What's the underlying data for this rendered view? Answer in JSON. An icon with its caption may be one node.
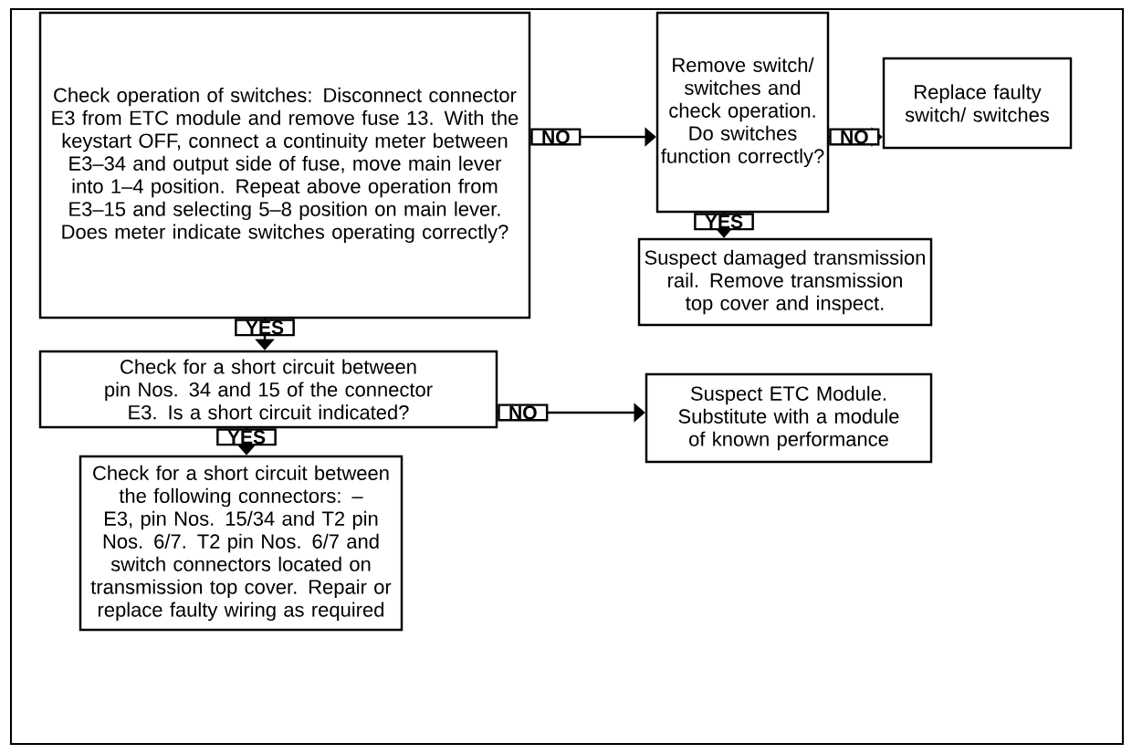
{
  "diagram": {
    "nodes": [
      {
        "text": [
          "Check operation of switches: Disconnect connector E3 from ETC module and remove fuse 13. With the keystart OFF, connect a continuity meter between E3–34 and output side of fuse, move main lever into 1–4 position. Repeat above operation from E3–15 and selecting 5–8 position on main lever. Does meter indicate switches operating correctly?"
        ]
      },
      {
        "text": [
          "Remove switch/ switches and check operation. Do switches function correctly?"
        ]
      },
      {
        "text": [
          "Replace faulty switch/ switches"
        ]
      },
      {
        "text": [
          "Suspect damaged transmission rail. Remove transmission top cover and inspect."
        ]
      },
      {
        "text": [
          "Check for a short circuit between pin Nos. 34 and 15 of the connector E3. Is a short circuit indicated?"
        ]
      },
      {
        "text": [
          "Suspect ETC Module. Substitute with a module of known performance"
        ]
      },
      {
        "text": [
          "Check for a short circuit between the following connectors: – E3, pin Nos. 15/34 and T2 pin Nos. 6/7. T2 pin Nos. 6/7 and switch connectors located on transmission top cover. Repair or replace faulty wiring as required"
        ]
      }
    ],
    "edges": [
      {
        "from": 0,
        "to": 1,
        "arrow": "to",
        "label": "NO"
      },
      {
        "from": 1,
        "to": 2,
        "arrow": "to",
        "label": "NO"
      },
      {
        "from": 1,
        "to": 3,
        "arrow": "to",
        "label": "YES"
      },
      {
        "from": 0,
        "to": 4,
        "arrow": "to",
        "label": "YES"
      },
      {
        "from": 4,
        "to": 5,
        "arrow": "to",
        "label": "NO"
      },
      {
        "from": 4,
        "to": 6,
        "arrow": "to",
        "label": "YES"
      }
    ]
  }
}
